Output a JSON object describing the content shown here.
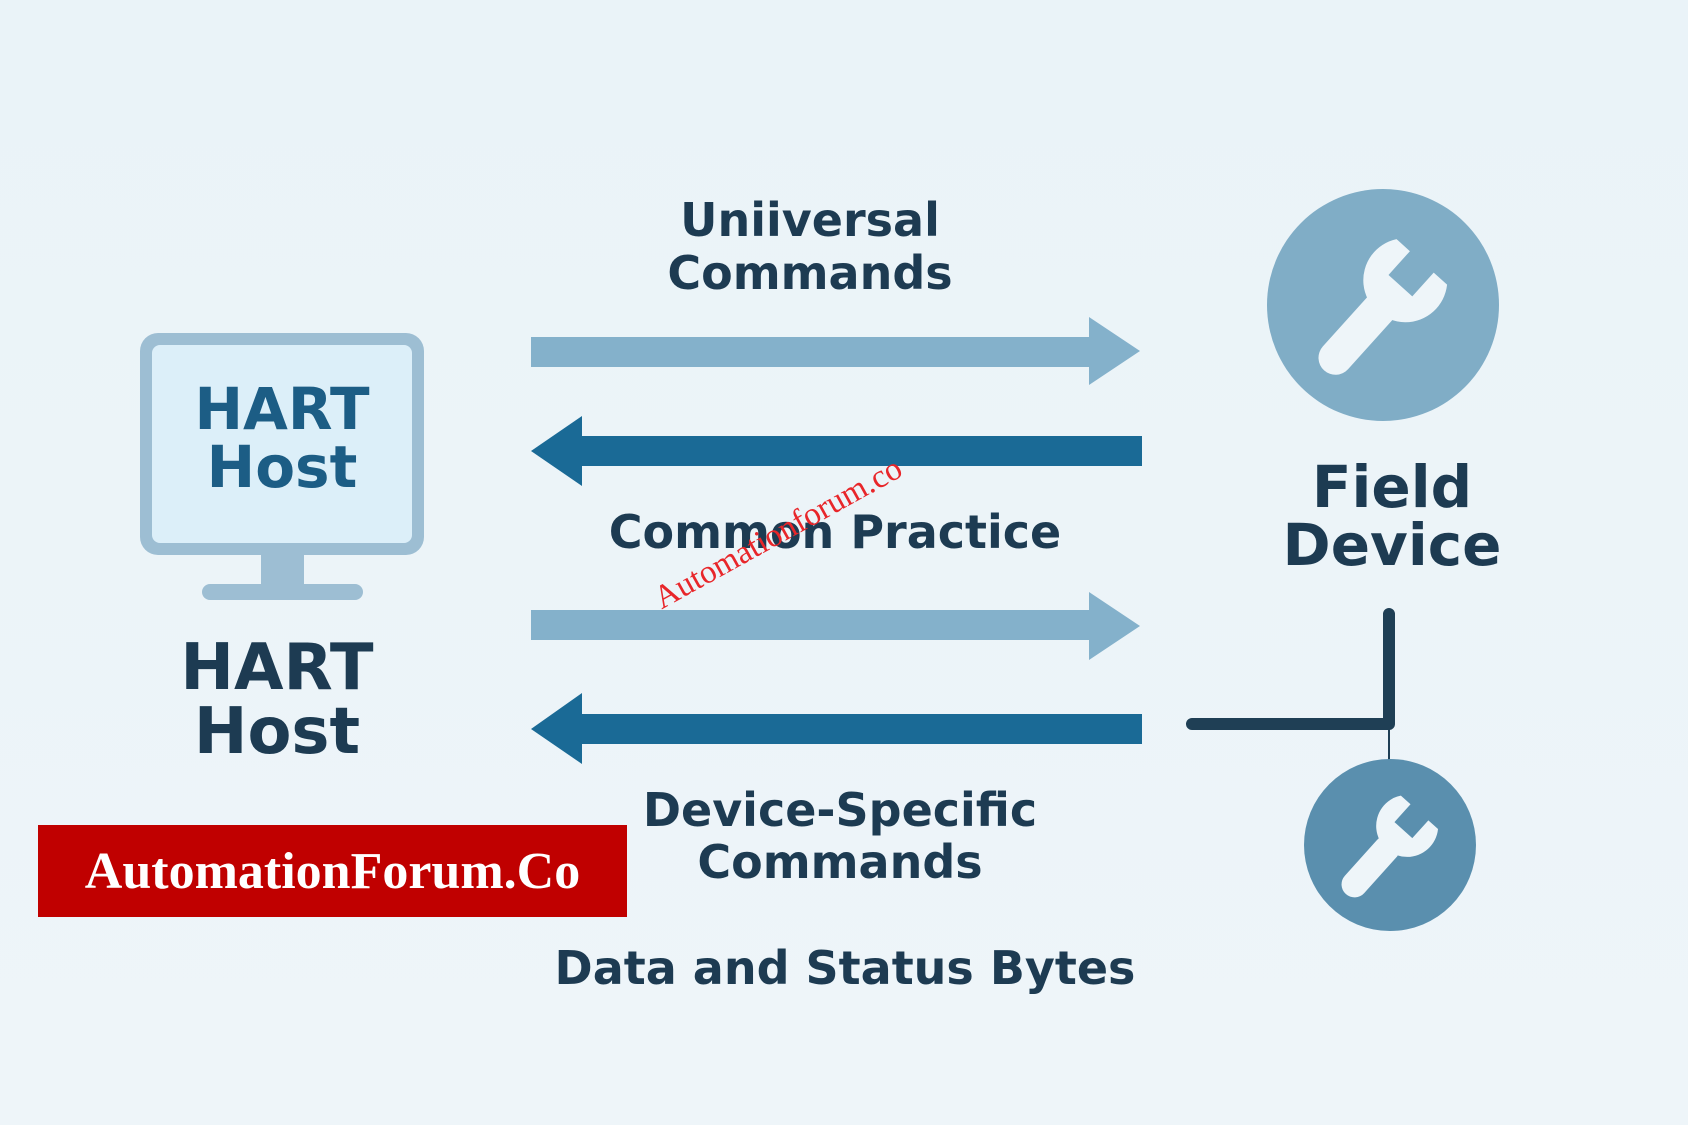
{
  "host": {
    "screen_label": "HART\nHost",
    "caption": "HART\nHost"
  },
  "field_device": {
    "label": "Field\nDevice"
  },
  "commands": {
    "universal": "Uniiversal\nCommands",
    "common_practice": "Common Practice",
    "device_specific": "Device-Specific\nCommands",
    "data_status": "Data and Status Bytes"
  },
  "branding": {
    "badge": "AutomationForum.Co",
    "watermark": "Automationforum.co"
  },
  "icons": {
    "host": "monitor-icon",
    "field_device": "wrench-icon",
    "secondary_device": "wrench-icon"
  },
  "colors": {
    "background": "#e9f2f7",
    "arrow_light": "#84b1cb",
    "arrow_dark": "#1a6a96",
    "circle_light": "#80adc6",
    "circle_dark": "#5a8fae",
    "text_dark": "#1d3b52",
    "badge_red": "#c00000"
  }
}
